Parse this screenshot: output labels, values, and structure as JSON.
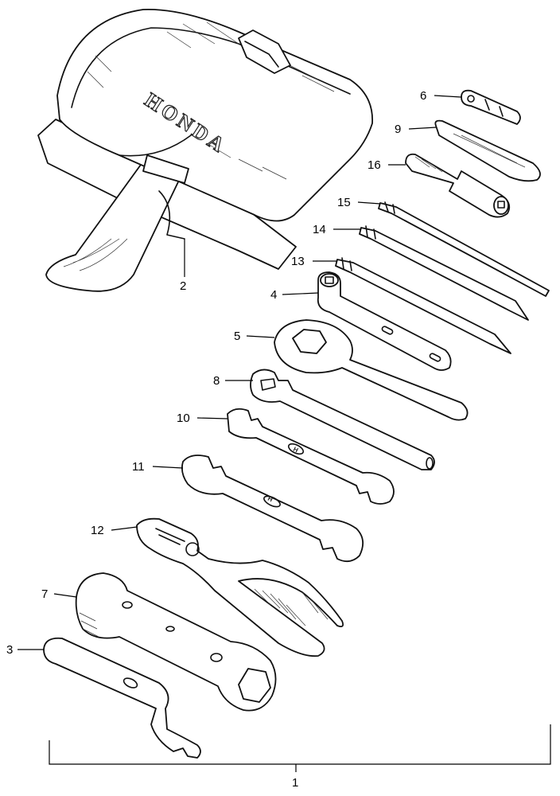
{
  "parts": [
    {
      "id": "bag",
      "number": "2"
    },
    {
      "id": "cap_wrench",
      "number": "6"
    },
    {
      "id": "handle_bar",
      "number": "9"
    },
    {
      "id": "socket_driver",
      "number": "16"
    },
    {
      "id": "screwdriver_15",
      "number": "15"
    },
    {
      "id": "screwdriver_14",
      "number": "14"
    },
    {
      "id": "screwdriver_13",
      "number": "13"
    },
    {
      "id": "l_socket_wrench",
      "number": "4"
    },
    {
      "id": "ring_wrench",
      "number": "5"
    },
    {
      "id": "open_wrench_8",
      "number": "8"
    },
    {
      "id": "open_wrench_10",
      "number": "10"
    },
    {
      "id": "open_wrench_11",
      "number": "11"
    },
    {
      "id": "pliers",
      "number": "12"
    },
    {
      "id": "box_wrench",
      "number": "7"
    },
    {
      "id": "pin_spanner",
      "number": "3"
    }
  ],
  "bag_brand": "HONDA",
  "wrench_stamp": "H",
  "set_number": "1"
}
